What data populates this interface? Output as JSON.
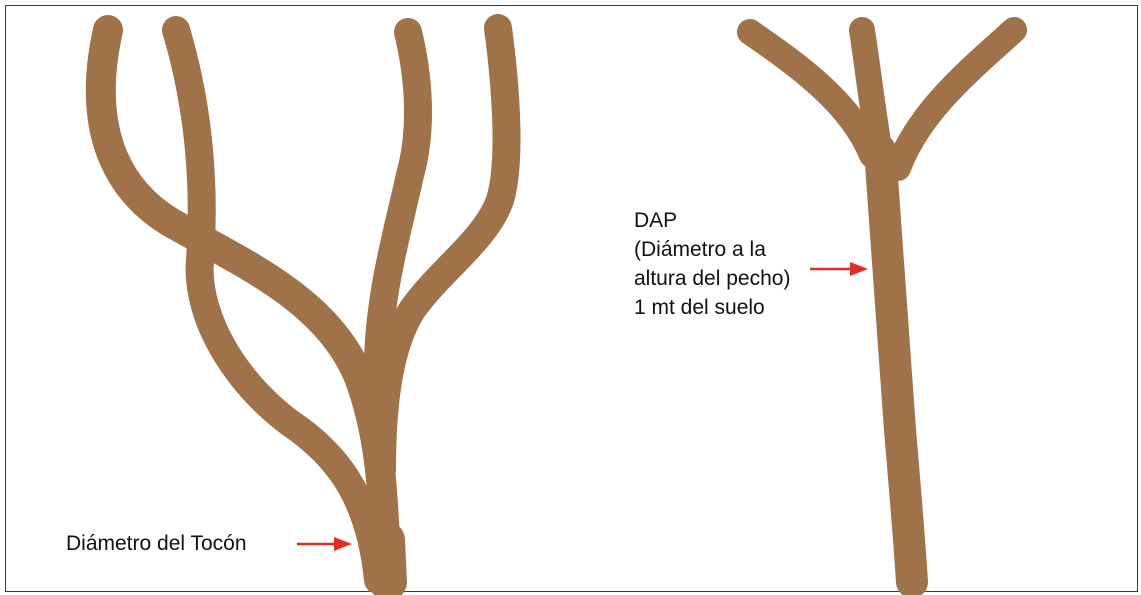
{
  "colors": {
    "trunk": "#9F724A",
    "arrow": "#E42A25",
    "border": "#3A3A3A",
    "text": "#111111"
  },
  "left_tree": {
    "label": "Diámetro del Tocón"
  },
  "right_tree": {
    "label_lines": [
      "DAP",
      "(Diámetro a la",
      "altura del pecho)",
      "1 mt del suelo"
    ]
  }
}
